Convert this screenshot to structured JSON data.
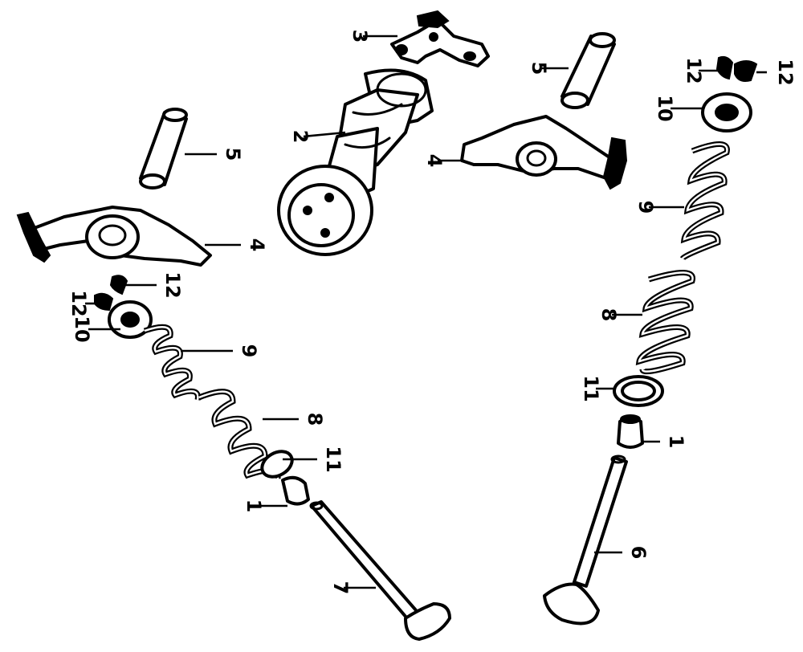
{
  "callouts": {
    "c1a": "1",
    "c1b": "1",
    "c2": "2",
    "c3": "3",
    "c4a": "4",
    "c4b": "4",
    "c5a": "5",
    "c5b": "5",
    "c6": "6",
    "c7": "7",
    "c8a": "8",
    "c8b": "8",
    "c9a": "9",
    "c9b": "9",
    "c10a": "10",
    "c10b": "10",
    "c11a": "11",
    "c11b": "11",
    "c12a": "12",
    "c12b": "12",
    "c12c": "12",
    "c12d": "12"
  }
}
